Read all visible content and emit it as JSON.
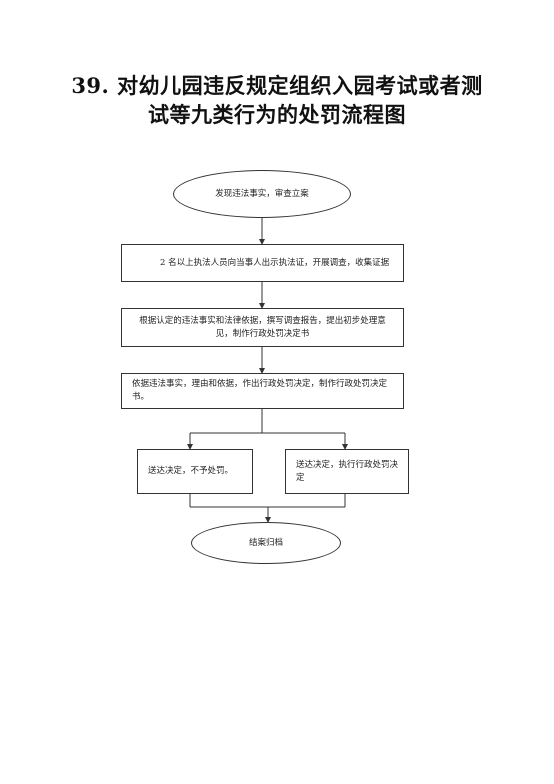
{
  "title": {
    "line1": "39. 对幼儿园违反规定组织入园考试或者测",
    "line2": "试等九类行为的处罚流程图"
  },
  "flow": {
    "start": "发现违法事实，审查立案",
    "step1": "2 名以上执法人员向当事人出示执法证，开展调查，收集证据",
    "step2": "根据认定的违法事实和法律依据，撰写调查报告，提出初步处理意见，制作行政处罚决定书",
    "step3": "依据违法事实，理由和依据，作出行政处罚决定，制作行政处罚决定书。",
    "branch_left": "送达决定，不予处罚。",
    "branch_right": "送达决定，执行行政处罚决定",
    "end": "结案归档"
  },
  "colors": {
    "line": "#333333",
    "text": "#222222",
    "background": "#ffffff"
  }
}
